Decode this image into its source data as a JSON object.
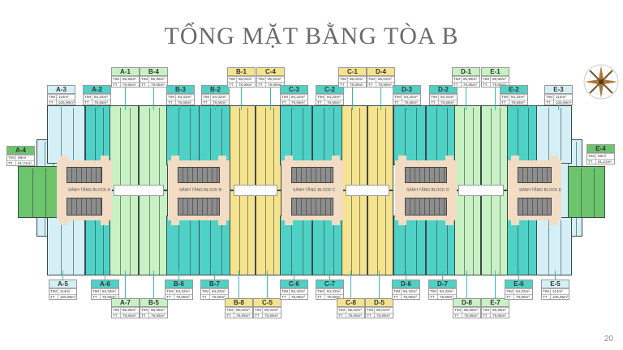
{
  "title": "TỔNG MẶT BẰNG TÒA B",
  "page_number": "20",
  "row_labels": {
    "tim": "TIM",
    "tt": "TT"
  },
  "colors": {
    "teal": "#4fd1c5",
    "light_green": "#c8f1c4",
    "yellow": "#f6e38e",
    "light_blue": "#d5eff6",
    "green": "#6cc46c",
    "lobby": "#f3dcc4"
  },
  "lobbies": [
    "SẢNH TẦNG BLOCK A",
    "SẢNH TẦNG BLOCK B",
    "SẢNH TẦNG BLOCK C",
    "SẢNH TẦNG BLOCK D",
    "SẢNH TẦNG BLOCK E"
  ],
  "units": [
    {
      "id": "A-1",
      "type": "light_green",
      "tim": "85,98m²",
      "tt": "79,95m²"
    },
    {
      "id": "B-4",
      "type": "light_green",
      "tim": "85,98m²",
      "tt": "79,95m²"
    },
    {
      "id": "A-3",
      "type": "light_blue",
      "tim": "114m²",
      "tt": "105,96m²"
    },
    {
      "id": "A-2",
      "type": "teal",
      "tim": "84,32m²",
      "tt": "78,68m²"
    },
    {
      "id": "B-3",
      "type": "teal",
      "tim": "84,32m²",
      "tt": "78,68m²"
    },
    {
      "id": "B-2",
      "type": "teal",
      "tim": "84,32m²",
      "tt": "78,68m²"
    },
    {
      "id": "B-1",
      "type": "yellow",
      "tim": "85,02m²",
      "tt": "78,99m²"
    },
    {
      "id": "C-4",
      "type": "yellow",
      "tim": "85,02m²",
      "tt": "78,99m²"
    },
    {
      "id": "C-3",
      "type": "teal",
      "tim": "84,32m²",
      "tt": "78,68m²"
    },
    {
      "id": "C-2",
      "type": "teal",
      "tim": "84,32m²",
      "tt": "78,68m²"
    },
    {
      "id": "C-1",
      "type": "yellow",
      "tim": "85,02m²",
      "tt": "78,99m²"
    },
    {
      "id": "D-4",
      "type": "yellow",
      "tim": "85,02m²",
      "tt": "78,99m²"
    },
    {
      "id": "D-3",
      "type": "teal",
      "tim": "84,32m²",
      "tt": "78,68m²"
    },
    {
      "id": "D-2",
      "type": "teal",
      "tim": "84,32m²",
      "tt": "78,68m²"
    },
    {
      "id": "D-1",
      "type": "light_green",
      "tim": "85,98m²",
      "tt": "79,95m²"
    },
    {
      "id": "E-1",
      "type": "light_green",
      "tim": "85,98m²",
      "tt": "79,95m²"
    },
    {
      "id": "E-2",
      "type": "teal",
      "tim": "84,32m²",
      "tt": "78,68m²"
    },
    {
      "id": "E-3",
      "type": "light_blue",
      "tim": "114m²",
      "tt": "105,96m²"
    },
    {
      "id": "A-4",
      "type": "green",
      "tim": "89m²",
      "tt": "81,21m²"
    },
    {
      "id": "E-4",
      "type": "green",
      "tim": "89m²",
      "tt": "81,21m²"
    },
    {
      "id": "A-5",
      "type": "light_blue",
      "tim": "114m²",
      "tt": "105,96m²"
    },
    {
      "id": "A-6",
      "type": "teal",
      "tim": "84,32m²",
      "tt": "78,68m²"
    },
    {
      "id": "A-7",
      "type": "light_green",
      "tim": "85,98m²",
      "tt": "79,95m²"
    },
    {
      "id": "B-5",
      "type": "light_green",
      "tim": "85,98m²",
      "tt": "79,95m²"
    },
    {
      "id": "B-6",
      "type": "teal",
      "tim": "84,32m²",
      "tt": "78,68m²"
    },
    {
      "id": "B-7",
      "type": "teal",
      "tim": "84,32m²",
      "tt": "78,68m²"
    },
    {
      "id": "B-8",
      "type": "yellow",
      "tim": "85,02m²",
      "tt": "78,99m²"
    },
    {
      "id": "C-5",
      "type": "yellow",
      "tim": "85,02m²",
      "tt": "78,99m²"
    },
    {
      "id": "C-6",
      "type": "teal",
      "tim": "84,32m²",
      "tt": "78,68m²"
    },
    {
      "id": "C-7",
      "type": "teal",
      "tim": "84,32m²",
      "tt": "78,68m²"
    },
    {
      "id": "C-8",
      "type": "yellow",
      "tim": "85,02m²",
      "tt": "78,99m²"
    },
    {
      "id": "D-5",
      "type": "yellow",
      "tim": "85,02m²",
      "tt": "78,99m²"
    },
    {
      "id": "D-6",
      "type": "teal",
      "tim": "84,32m²",
      "tt": "78,68m²"
    },
    {
      "id": "D-7",
      "type": "teal",
      "tim": "84,32m²",
      "tt": "78,68m²"
    },
    {
      "id": "D-8",
      "type": "light_green",
      "tim": "85,98m²",
      "tt": "79,95m²"
    },
    {
      "id": "E-7",
      "type": "light_green",
      "tim": "85,98m²",
      "tt": "79,95m²"
    },
    {
      "id": "E-6",
      "type": "teal",
      "tim": "84,32m²",
      "tt": "78,68m²"
    },
    {
      "id": "E-5",
      "type": "light_blue",
      "tim": "114m²",
      "tt": "105,96m²"
    }
  ]
}
